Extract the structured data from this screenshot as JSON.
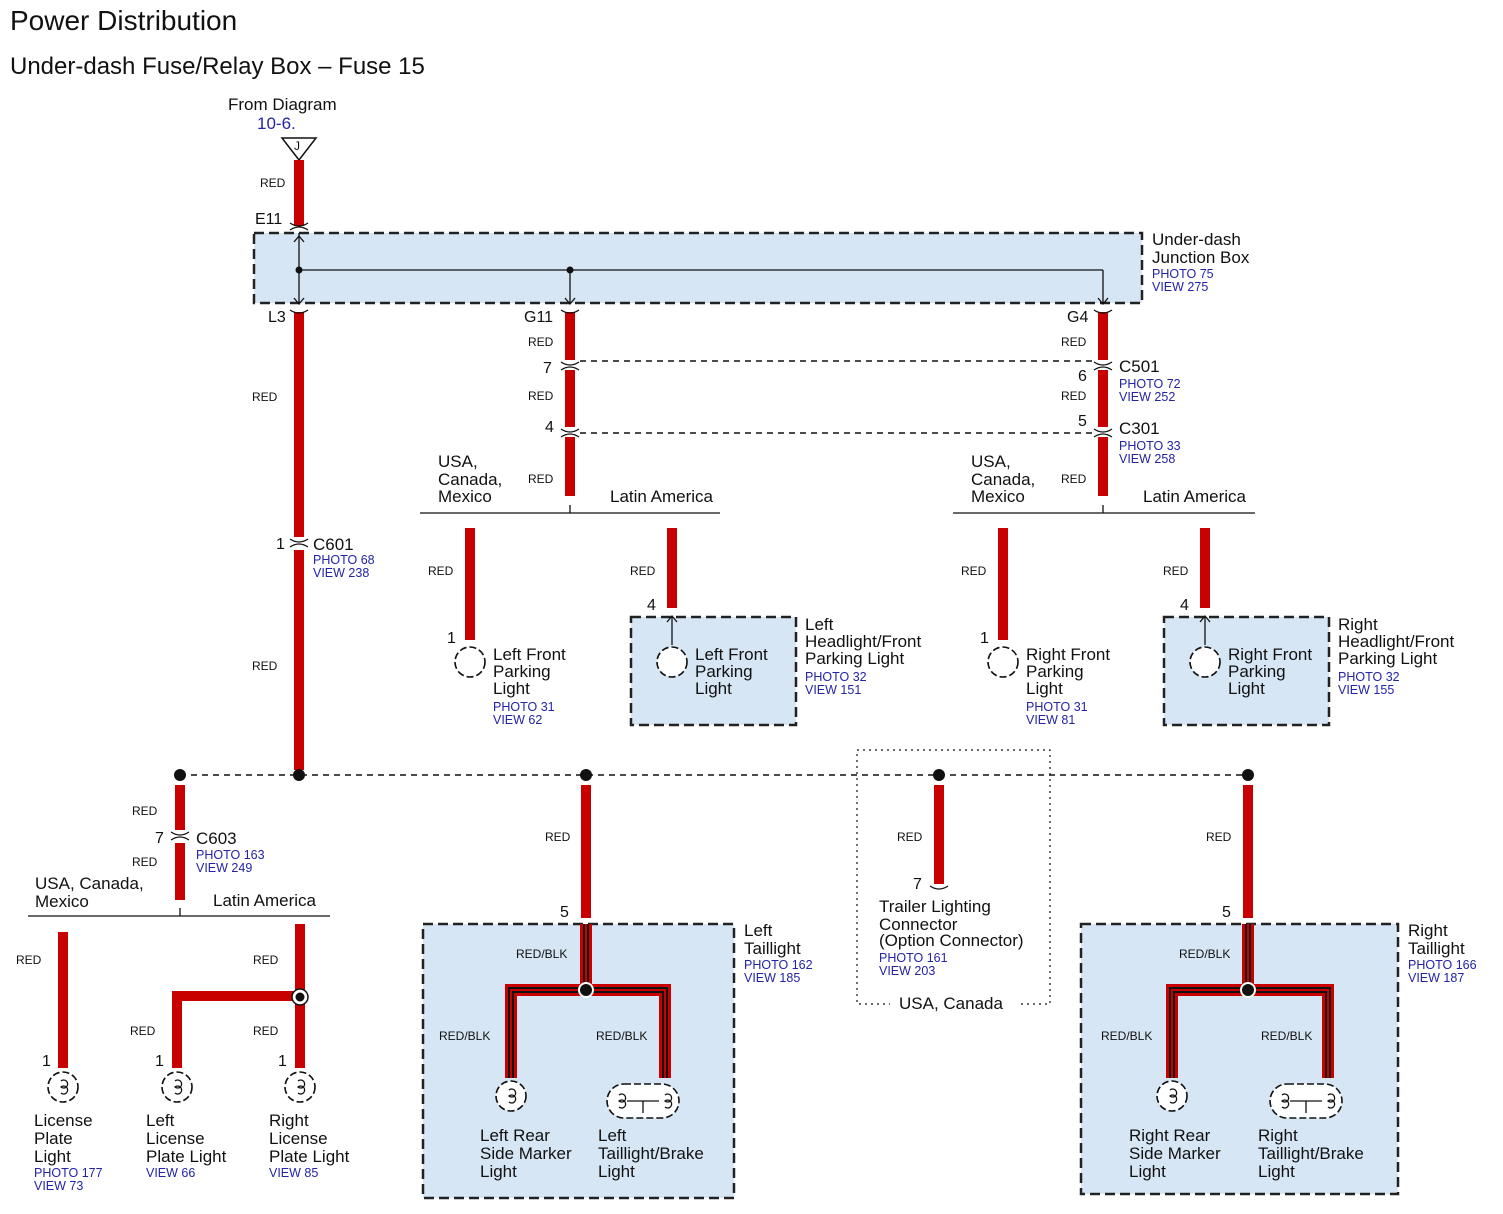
{
  "title": "Power Distribution",
  "subtitle": "Under-dash Fuse/Relay Box – Fuse 15",
  "from_label": "From Diagram",
  "from_ref": "10-6.",
  "from_terminal": "J",
  "wire_red": "RED",
  "wire_red_blk": "RED/BLK",
  "junction_box": {
    "line1": "Under-dash",
    "line2": "Junction Box",
    "photo": "PHOTO 75",
    "view": "VIEW 275",
    "pins": {
      "e11": "E11",
      "l3": "L3",
      "g11": "G11",
      "g4": "G4"
    }
  },
  "c501": {
    "name": "C501",
    "pin_left": "7",
    "pin_right": "6",
    "photo": "PHOTO 72",
    "view": "VIEW 252"
  },
  "c301": {
    "name": "C301",
    "pin_left": "4",
    "pin_right": "5",
    "photo": "PHOTO 33",
    "view": "VIEW 258"
  },
  "c601": {
    "name": "C601",
    "pin": "1",
    "photo": "PHOTO 68",
    "view": "VIEW 238"
  },
  "c603": {
    "name": "C603",
    "pin": "7",
    "photo": "PHOTO 163",
    "view": "VIEW 249"
  },
  "region": {
    "usa_l1": "USA,",
    "usa_l2": "Canada,",
    "usa_l3": "Mexico",
    "usa_inline": "USA, Canada,",
    "latin": "Latin America",
    "usa_canada": "USA, Canada"
  },
  "lf_parking": {
    "pin": "1",
    "l1": "Left Front",
    "l2": "Parking",
    "l3": "Light",
    "photo": "PHOTO 31",
    "view": "VIEW 62"
  },
  "lf_head": {
    "pin": "4",
    "l1": "Left Front",
    "l2": "Parking",
    "l3": "Light",
    "n1": "Left",
    "n2": "Headlight/Front",
    "n3": "Parking Light",
    "photo": "PHOTO 32",
    "view": "VIEW 151"
  },
  "rf_parking": {
    "pin": "1",
    "l1": "Right Front",
    "l2": "Parking",
    "l3": "Light",
    "photo": "PHOTO 31",
    "view": "VIEW 81"
  },
  "rf_head": {
    "pin": "4",
    "l1": "Right Front",
    "l2": "Parking",
    "l3": "Light",
    "n1": "Right",
    "n2": "Headlight/Front",
    "n3": "Parking Light",
    "photo": "PHOTO 32",
    "view": "VIEW 155"
  },
  "license_plate": {
    "pin": "1",
    "l1": "License",
    "l2": "Plate",
    "l3": "Light",
    "photo": "PHOTO 177",
    "view": "VIEW 73"
  },
  "left_license": {
    "pin": "1",
    "l1": "Left",
    "l2": "License",
    "l3": "Plate Light",
    "view": "VIEW 66"
  },
  "right_license": {
    "pin": "1",
    "l1": "Right",
    "l2": "License",
    "l3": "Plate Light",
    "view": "VIEW 85"
  },
  "left_taillight": {
    "pin": "5",
    "n1": "Left",
    "n2": "Taillight",
    "photo": "PHOTO 162",
    "view": "VIEW 185",
    "sm1": "Left Rear",
    "sm2": "Side Marker",
    "sm3": "Light",
    "tb1": "Left",
    "tb2": "Taillight/Brake",
    "tb3": "Light"
  },
  "right_taillight": {
    "pin": "5",
    "n1": "Right",
    "n2": "Taillight",
    "photo": "PHOTO 166",
    "view": "VIEW 187",
    "sm1": "Right Rear",
    "sm2": "Side Marker",
    "sm3": "Light",
    "tb1": "Right",
    "tb2": "Taillight/Brake",
    "tb3": "Light"
  },
  "trailer": {
    "pin": "7",
    "l1": "Trailer Lighting",
    "l2": "Connector",
    "l3": "(Option Connector)",
    "photo": "PHOTO 161",
    "view": "VIEW 203"
  }
}
